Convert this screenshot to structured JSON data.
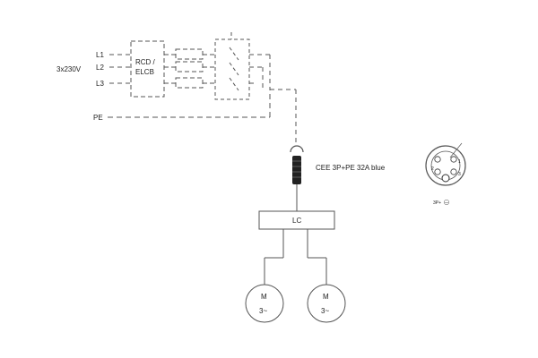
{
  "supply": {
    "voltage_label": "3x230V",
    "phases": [
      "L1",
      "L2",
      "L3"
    ],
    "pe_label": "PE"
  },
  "rcd": {
    "line1": "RCD /",
    "line2": "ELCB"
  },
  "connector": {
    "label": "CEE 3P+PE 32A  blue"
  },
  "controller": {
    "label": "LC"
  },
  "motors": [
    {
      "symbol": "M",
      "phase": "3~"
    },
    {
      "symbol": "M",
      "phase": "3~"
    }
  ],
  "socket_detail": {
    "caption_text": "3P+",
    "pin_numbers": [
      "1",
      "2",
      "3"
    ]
  },
  "colors": {
    "line": "#555555",
    "text": "#222222",
    "plug": "#222222"
  }
}
